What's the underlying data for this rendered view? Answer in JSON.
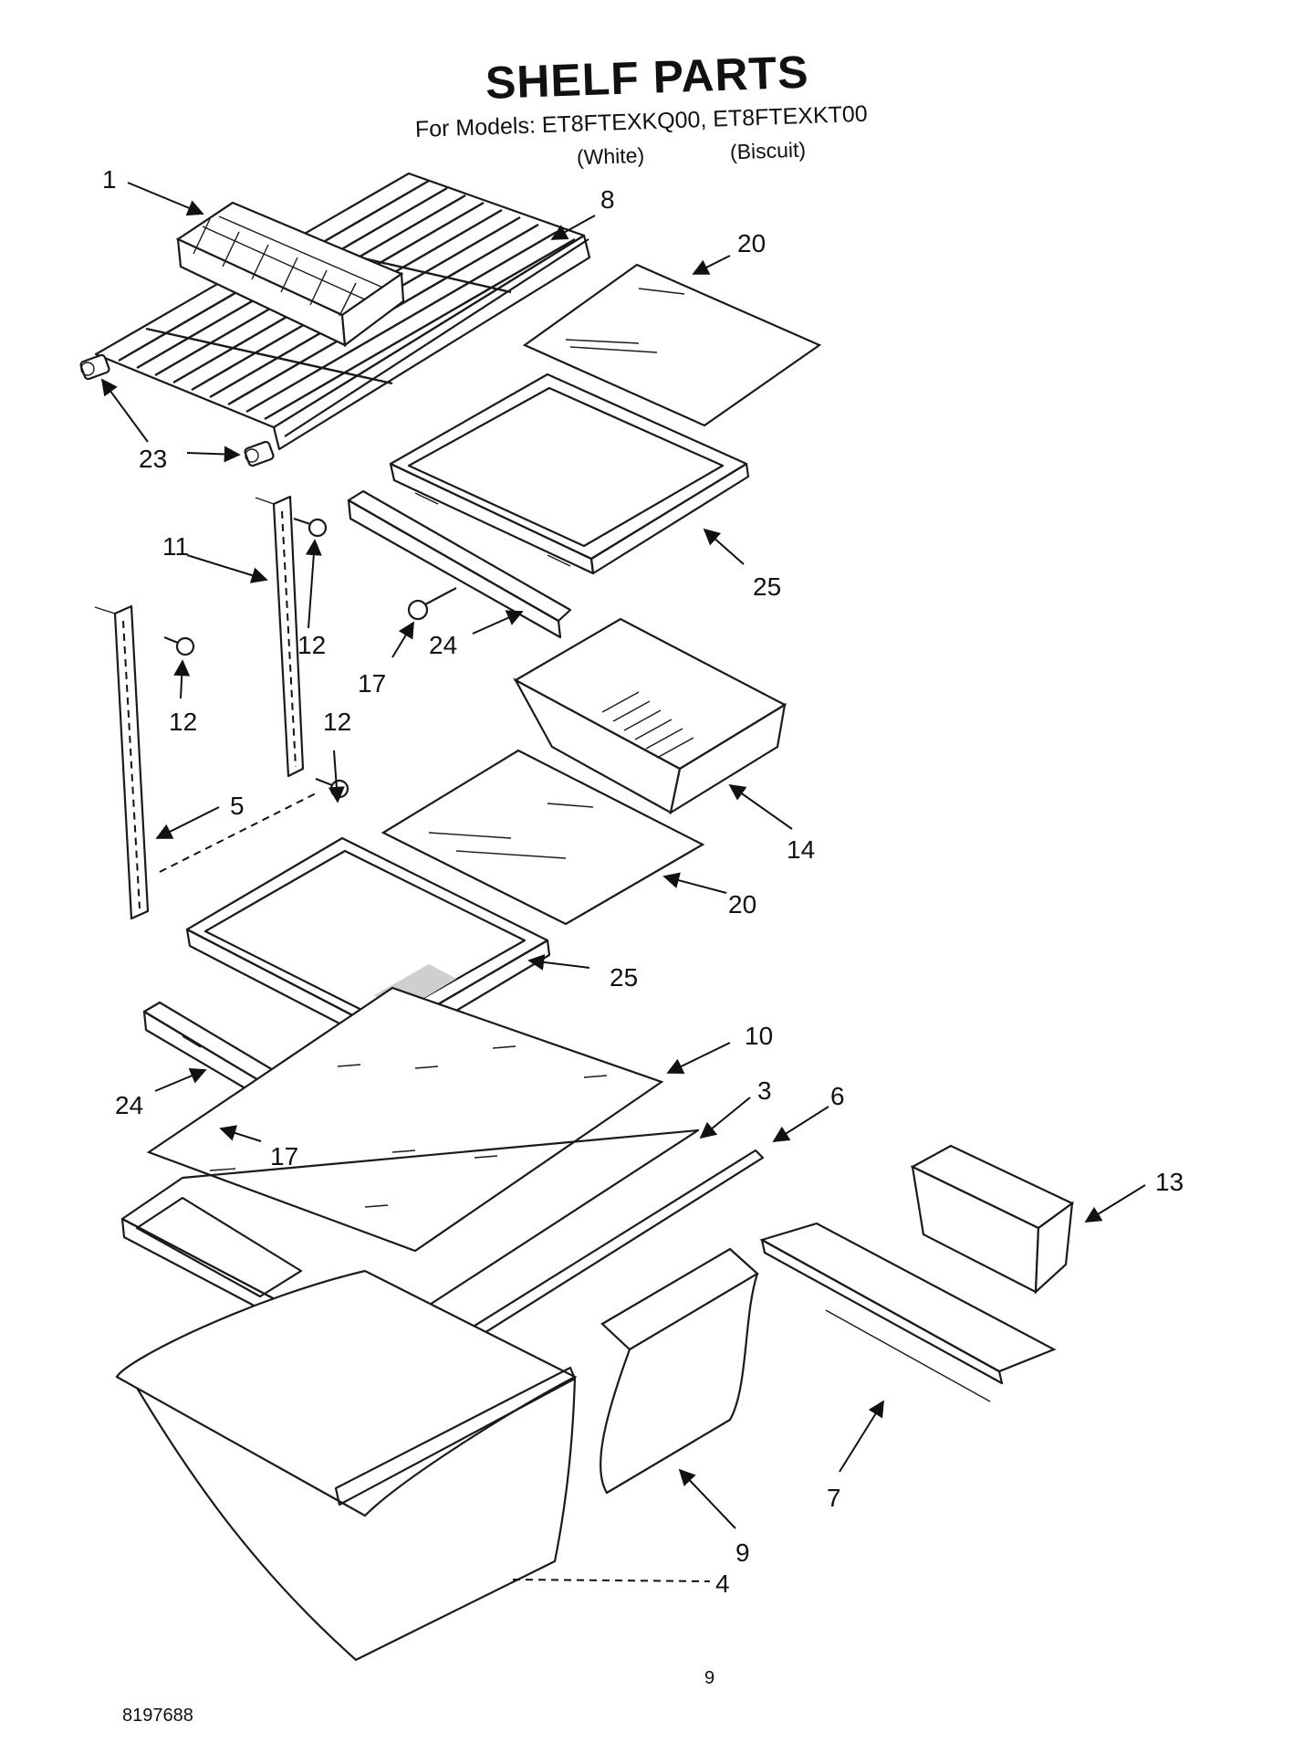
{
  "header": {
    "title": "SHELF PARTS",
    "models_line": "For Models: ET8FTEXKQ00, ET8FTEXKT00",
    "variant_1": "(White)",
    "variant_2": "(Biscuit)"
  },
  "footer": {
    "page_number": "9",
    "document_number": "8197688"
  },
  "callouts": [
    "1",
    "8",
    "20",
    "23",
    "11",
    "12",
    "12",
    "12",
    "25",
    "17",
    "24",
    "5",
    "14",
    "20",
    "25",
    "10",
    "3",
    "6",
    "24",
    "17",
    "13",
    "7",
    "9",
    "4"
  ]
}
